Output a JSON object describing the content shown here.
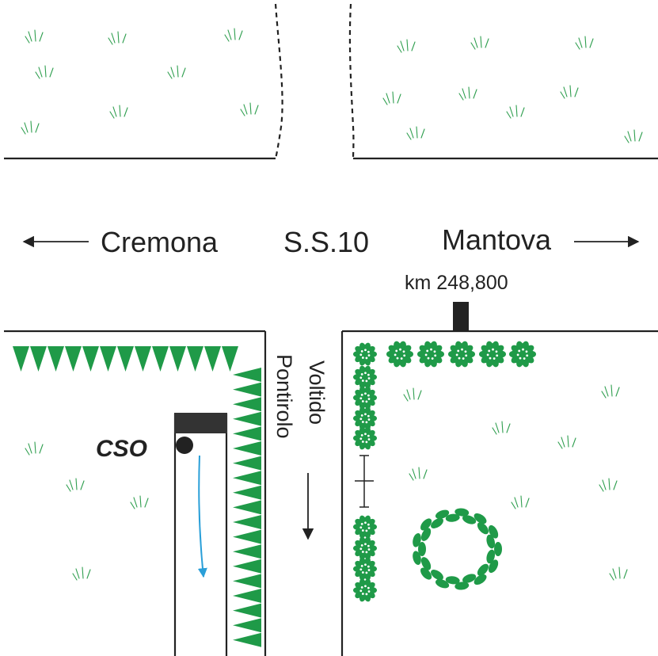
{
  "labels": {
    "west_destination": "Cremona",
    "road_name": "S.S.10",
    "east_destination": "Mantova",
    "km_marker": "km 248,800",
    "side_road_line1": "Voltido",
    "side_road_line2": "Pontirolo",
    "sampling_point": "CSO"
  },
  "colors": {
    "road_lines": "#222222",
    "vegetation": "#1f9a48",
    "flow_arrow": "#2a9fd8",
    "structure": "#333333"
  },
  "icons": {
    "west_arrow": "arrow-left-icon",
    "east_arrow": "arrow-right-icon",
    "south_arrow": "arrow-down-icon",
    "flow": "flow-arrow-icon",
    "outfall": "outfall-point-icon"
  }
}
